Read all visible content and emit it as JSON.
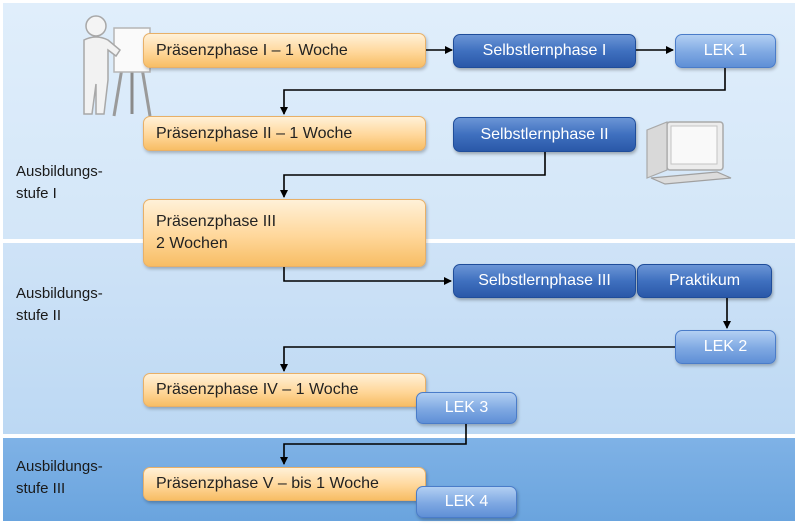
{
  "stages": [
    {
      "line1": "Ausbildungs-",
      "line2": "stufe I"
    },
    {
      "line1": "Ausbildungs-",
      "line2": "stufe II"
    },
    {
      "line1": "Ausbildungs-",
      "line2": "stufe III"
    }
  ],
  "presence": {
    "p1": "Präsenzphase I – 1 Woche",
    "p2": "Präsenzphase II – 1 Woche",
    "p3_line1": "Präsenzphase III",
    "p3_line2": "2 Wochen",
    "p4": "Präsenzphase IV – 1 Woche",
    "p5": "Präsenzphase V – bis 1 Woche"
  },
  "selfstudy": {
    "s1": "Selbstlernphase I",
    "s2": "Selbstlernphase II",
    "s3": "Selbstlernphase III"
  },
  "practicum": "Praktikum",
  "tests": {
    "lek1": "LEK 1",
    "lek2": "LEK 2",
    "lek3": "LEK 3",
    "lek4": "LEK 4"
  },
  "icons": {
    "presenter": "presenter-flipchart-icon",
    "computer": "computer-monitor-icon"
  },
  "colors": {
    "presence": "#f7bd64",
    "selfstudy": "#2a58a8",
    "test": "#5f8fd6",
    "band1": "#dbeaf9",
    "band2": "#c6ddf5",
    "band3": "#74abe2"
  }
}
